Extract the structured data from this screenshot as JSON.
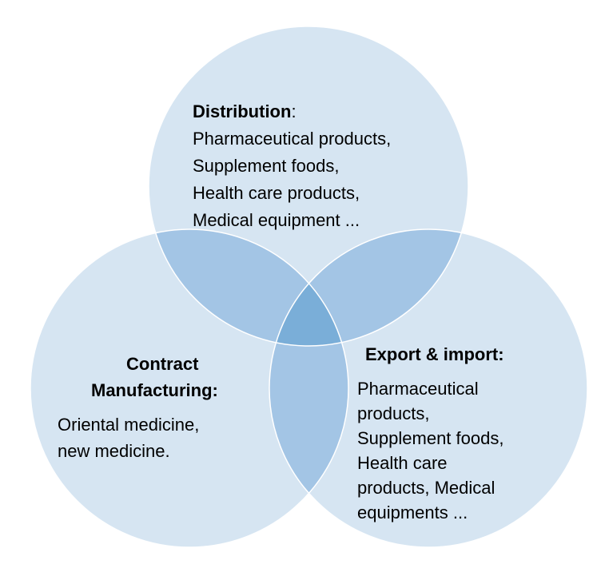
{
  "colors": {
    "single": "#d6e5f2",
    "double": "#a3c5e5",
    "triple": "#7aaed8"
  },
  "distribution": {
    "title": "Distribution",
    "colon": ":",
    "lines": [
      "Pharmaceutical products,",
      "Supplement foods,",
      "Health care products,",
      "Medical equipment ..."
    ]
  },
  "contract": {
    "title_lines": [
      "Contract",
      "Manufacturing:"
    ],
    "lines": [
      "Oriental medicine,",
      "new medicine."
    ]
  },
  "export": {
    "title": "Export & import:",
    "lines": [
      "Pharmaceutical",
      "products,",
      "Supplement foods,",
      "Health care",
      "products, Medical",
      "equipments ..."
    ]
  }
}
